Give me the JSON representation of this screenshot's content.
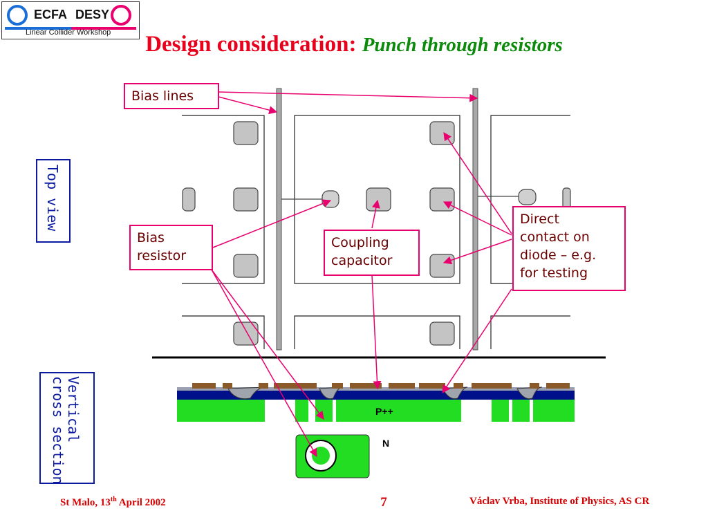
{
  "logo": {
    "left_text": "ECFA",
    "right_text": "DESY",
    "subtitle": "Linear Collider Workshop",
    "ring_blue": "#1a6fd6",
    "ring_pink": "#e8006e"
  },
  "title": {
    "main": "Design consideration:",
    "sub": "Punch through resistors",
    "main_color": "#e8001c",
    "sub_color": "#0b8a0b"
  },
  "side_labels": {
    "top_view": "Top view",
    "cross_section": "Vertical\ncross section"
  },
  "callouts": {
    "bias_lines": "Bias lines",
    "bias_resistor": "Bias\nresistor",
    "coupling_capacitor": "Coupling\ncapacitor",
    "direct_contact": "Direct\ncontact on\ndiode – e.g.\nfor testing"
  },
  "cross_section_labels": {
    "p_plus": "P++",
    "n": "N"
  },
  "footer": {
    "left": "St Malo, 13",
    "left_sup": "th",
    "left_rest": " April 2002",
    "page": "7",
    "right": "Václav Vrba, Institute of Physics, AS CR"
  },
  "colors": {
    "arrow": "#e8006e",
    "implant_green": "#22dd22",
    "oxide_blue": "#00108a",
    "metal_brown": "#8b5a2b",
    "pad_gray": "#c4c4c4",
    "bias_line_gray": "#a8a8a8"
  }
}
